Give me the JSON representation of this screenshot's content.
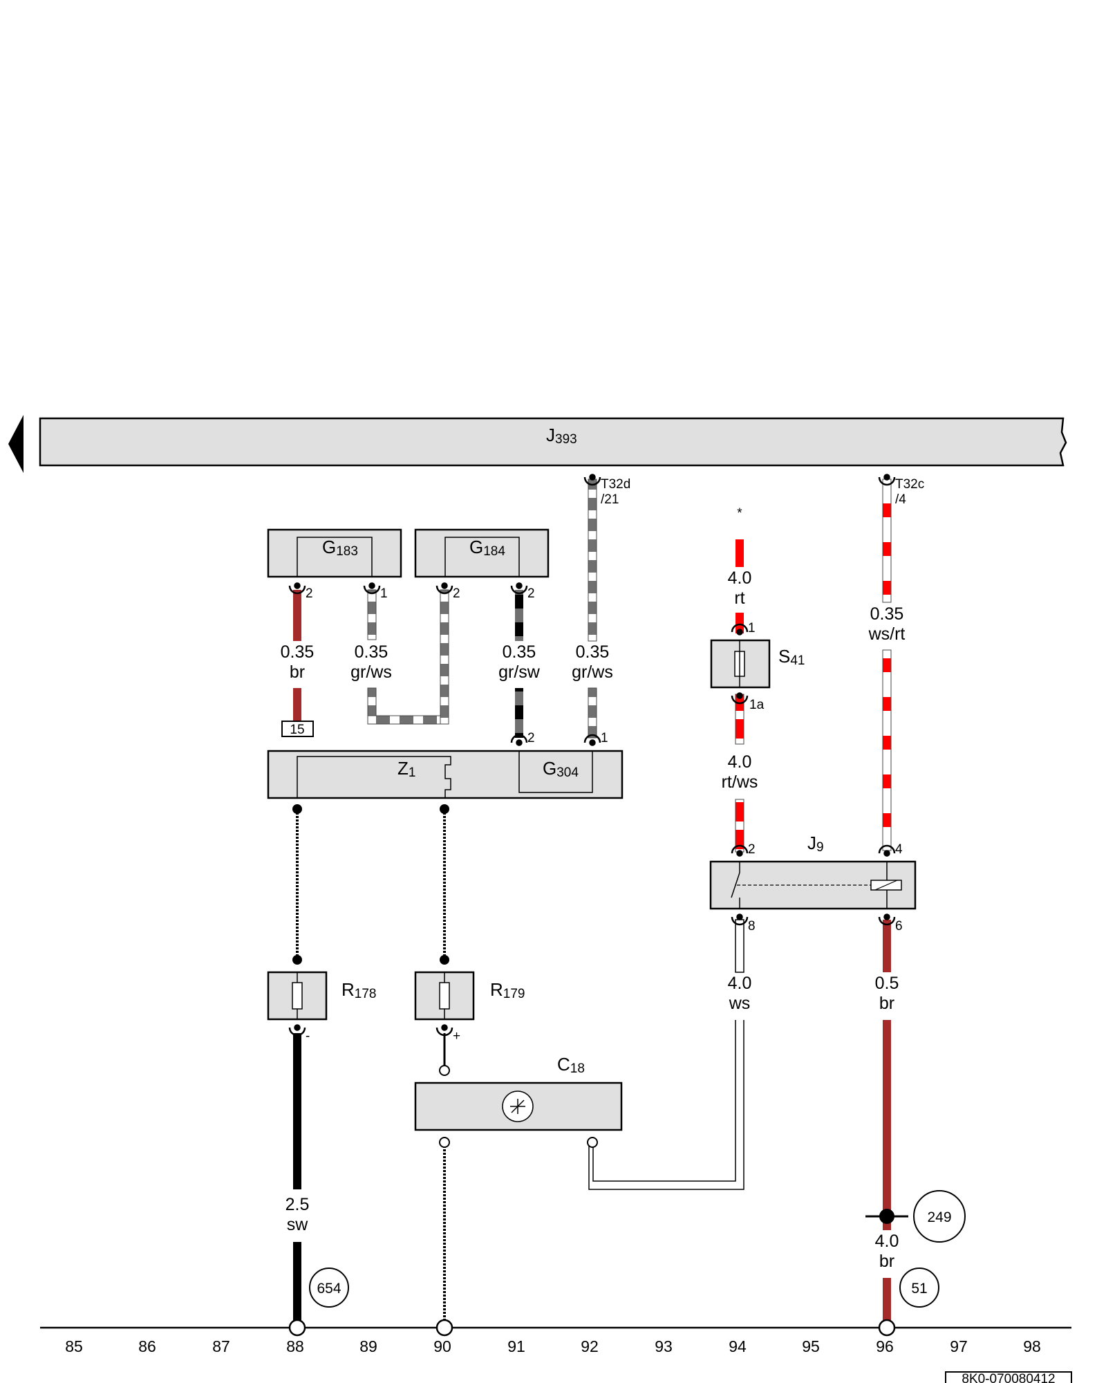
{
  "title_bar": {
    "name": "J",
    "sub": "393"
  },
  "components": {
    "G183": {
      "name": "G",
      "sub": "183",
      "pins": [
        "2",
        "1"
      ]
    },
    "G184": {
      "name": "G",
      "sub": "184",
      "pins": [
        "2",
        "2"
      ]
    },
    "Z1": {
      "name": "Z",
      "sub": "1"
    },
    "G304": {
      "name": "G",
      "sub": "304",
      "pins": [
        "2",
        "1"
      ]
    },
    "S41": {
      "name": "S",
      "sub": "41",
      "pins": [
        "1",
        "1a"
      ]
    },
    "J9": {
      "name": "J",
      "sub": "9",
      "pins": [
        "2",
        "4",
        "8",
        "6"
      ]
    },
    "R178": {
      "name": "R",
      "sub": "178",
      "pin": "-"
    },
    "R179": {
      "name": "R",
      "sub": "179",
      "pin": "+"
    },
    "C18": {
      "name": "C",
      "sub": "18"
    }
  },
  "connectors": {
    "t32d": {
      "line1": "T32d",
      "line2": "/21"
    },
    "t32c": {
      "line1": "T32c",
      "line2": "/4"
    }
  },
  "terminal_15": "15",
  "asterisk": "*",
  "wires": {
    "w1": {
      "size": "0.35",
      "color": "br"
    },
    "w2": {
      "size": "0.35",
      "color": "gr/ws"
    },
    "w3": {
      "size": "0.35",
      "color": "gr/sw"
    },
    "w4": {
      "size": "0.35",
      "color": "gr/ws"
    },
    "w5": {
      "size": "4.0",
      "color": "rt"
    },
    "w6": {
      "size": "0.35",
      "color": "ws/rt"
    },
    "w7": {
      "size": "4.0",
      "color": "rt/ws"
    },
    "w8": {
      "size": "4.0",
      "color": "ws"
    },
    "w9": {
      "size": "0.5",
      "color": "br"
    },
    "w10": {
      "size": "2.5",
      "color": "sw"
    },
    "w11": {
      "size": "4.0",
      "color": "br"
    }
  },
  "ground_points": [
    "654",
    "249",
    "51"
  ],
  "grid_numbers": [
    "85",
    "86",
    "87",
    "88",
    "89",
    "90",
    "91",
    "92",
    "93",
    "94",
    "95",
    "96",
    "97",
    "98"
  ],
  "footer_code": "8K0-070080412",
  "colors": {
    "component_fill": "#e0e0e0",
    "wire_red": "#ff0000",
    "wire_brown": "#a52a2a",
    "wire_grey": "#707070",
    "wire_black": "#000000"
  }
}
